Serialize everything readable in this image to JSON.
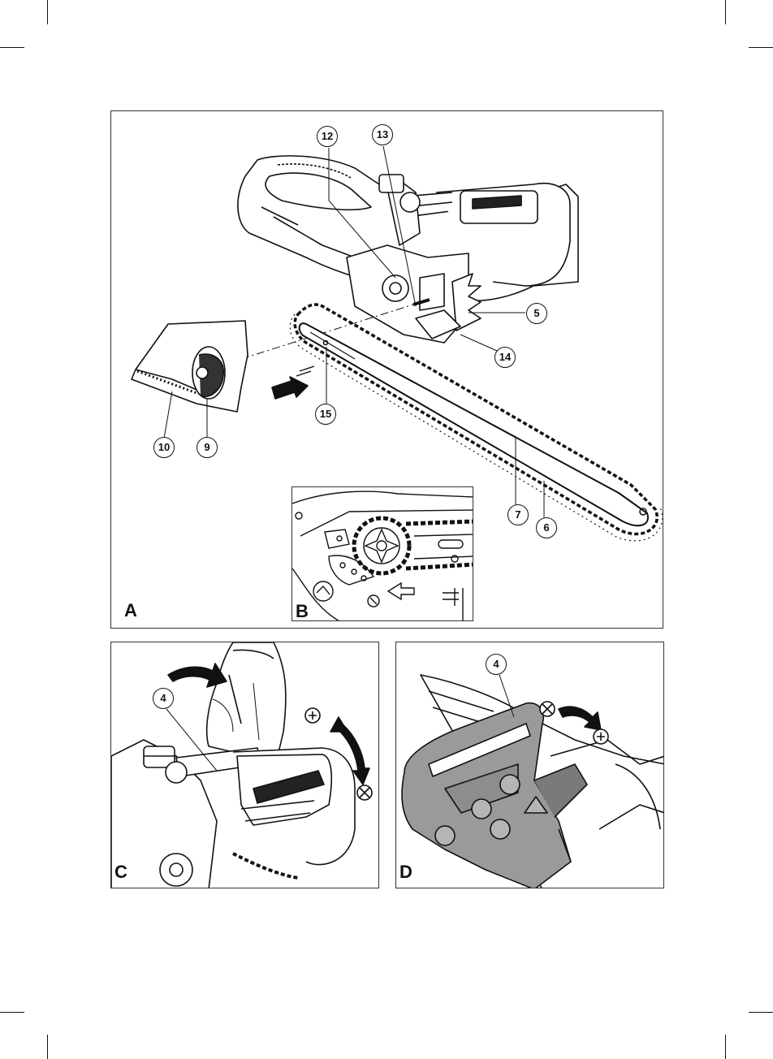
{
  "figures": {
    "A": {
      "label": "A",
      "callouts": {
        "c12": "12",
        "c13": "13",
        "c5": "5",
        "c14": "14",
        "c15": "15",
        "c10": "10",
        "c9": "9",
        "c7": "7",
        "c6": "6"
      }
    },
    "B": {
      "label": "B"
    },
    "C": {
      "label": "C",
      "callouts": {
        "c4": "4"
      }
    },
    "D": {
      "label": "D",
      "callouts": {
        "c4": "4"
      }
    }
  },
  "colors": {
    "line": "#111111",
    "guard_fill": "#9a9a9a",
    "guard_dark": "#7a7a7a",
    "background": "#ffffff"
  },
  "icons": {
    "lock": "lock-icon",
    "unlock": "unlock-icon",
    "direction_arrow": "curved-arrow-icon"
  }
}
